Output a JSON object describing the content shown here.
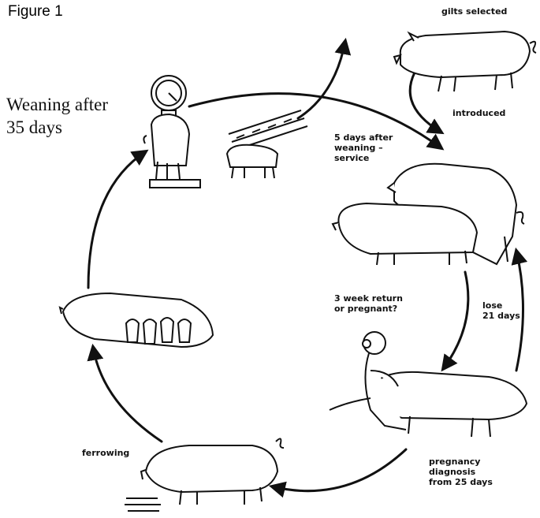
{
  "figure": {
    "title": "Figure 1",
    "weaning": "Weaning after\n35 days",
    "gilts": "gilts selected",
    "introduced": "introduced",
    "service": "5 days after\nweaning –\nservice",
    "return": "3 week return\nor pregnant?",
    "lose": "lose\n21 days",
    "diagnosis": "pregnancy\ndiagnosis\nfrom 25 days",
    "ferrowing": "ferrowing"
  }
}
